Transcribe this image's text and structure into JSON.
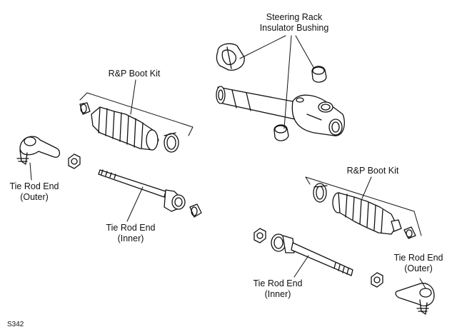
{
  "labels": {
    "steering_rack_bushing": [
      "Steering Rack",
      "Insulator Bushing"
    ],
    "boot_kit_left": "R&P Boot Kit",
    "boot_kit_right": "R&P Boot Kit",
    "tie_rod_outer_left": [
      "Tie Rod End",
      "(Outer)"
    ],
    "tie_rod_inner_left": [
      "Tie Rod End",
      "(Inner)"
    ],
    "tie_rod_inner_right": [
      "Tie Rod End",
      "(Inner)"
    ],
    "tie_rod_outer_right": [
      "Tie Rod End",
      "(Outer)"
    ],
    "figure_code": "S342"
  }
}
